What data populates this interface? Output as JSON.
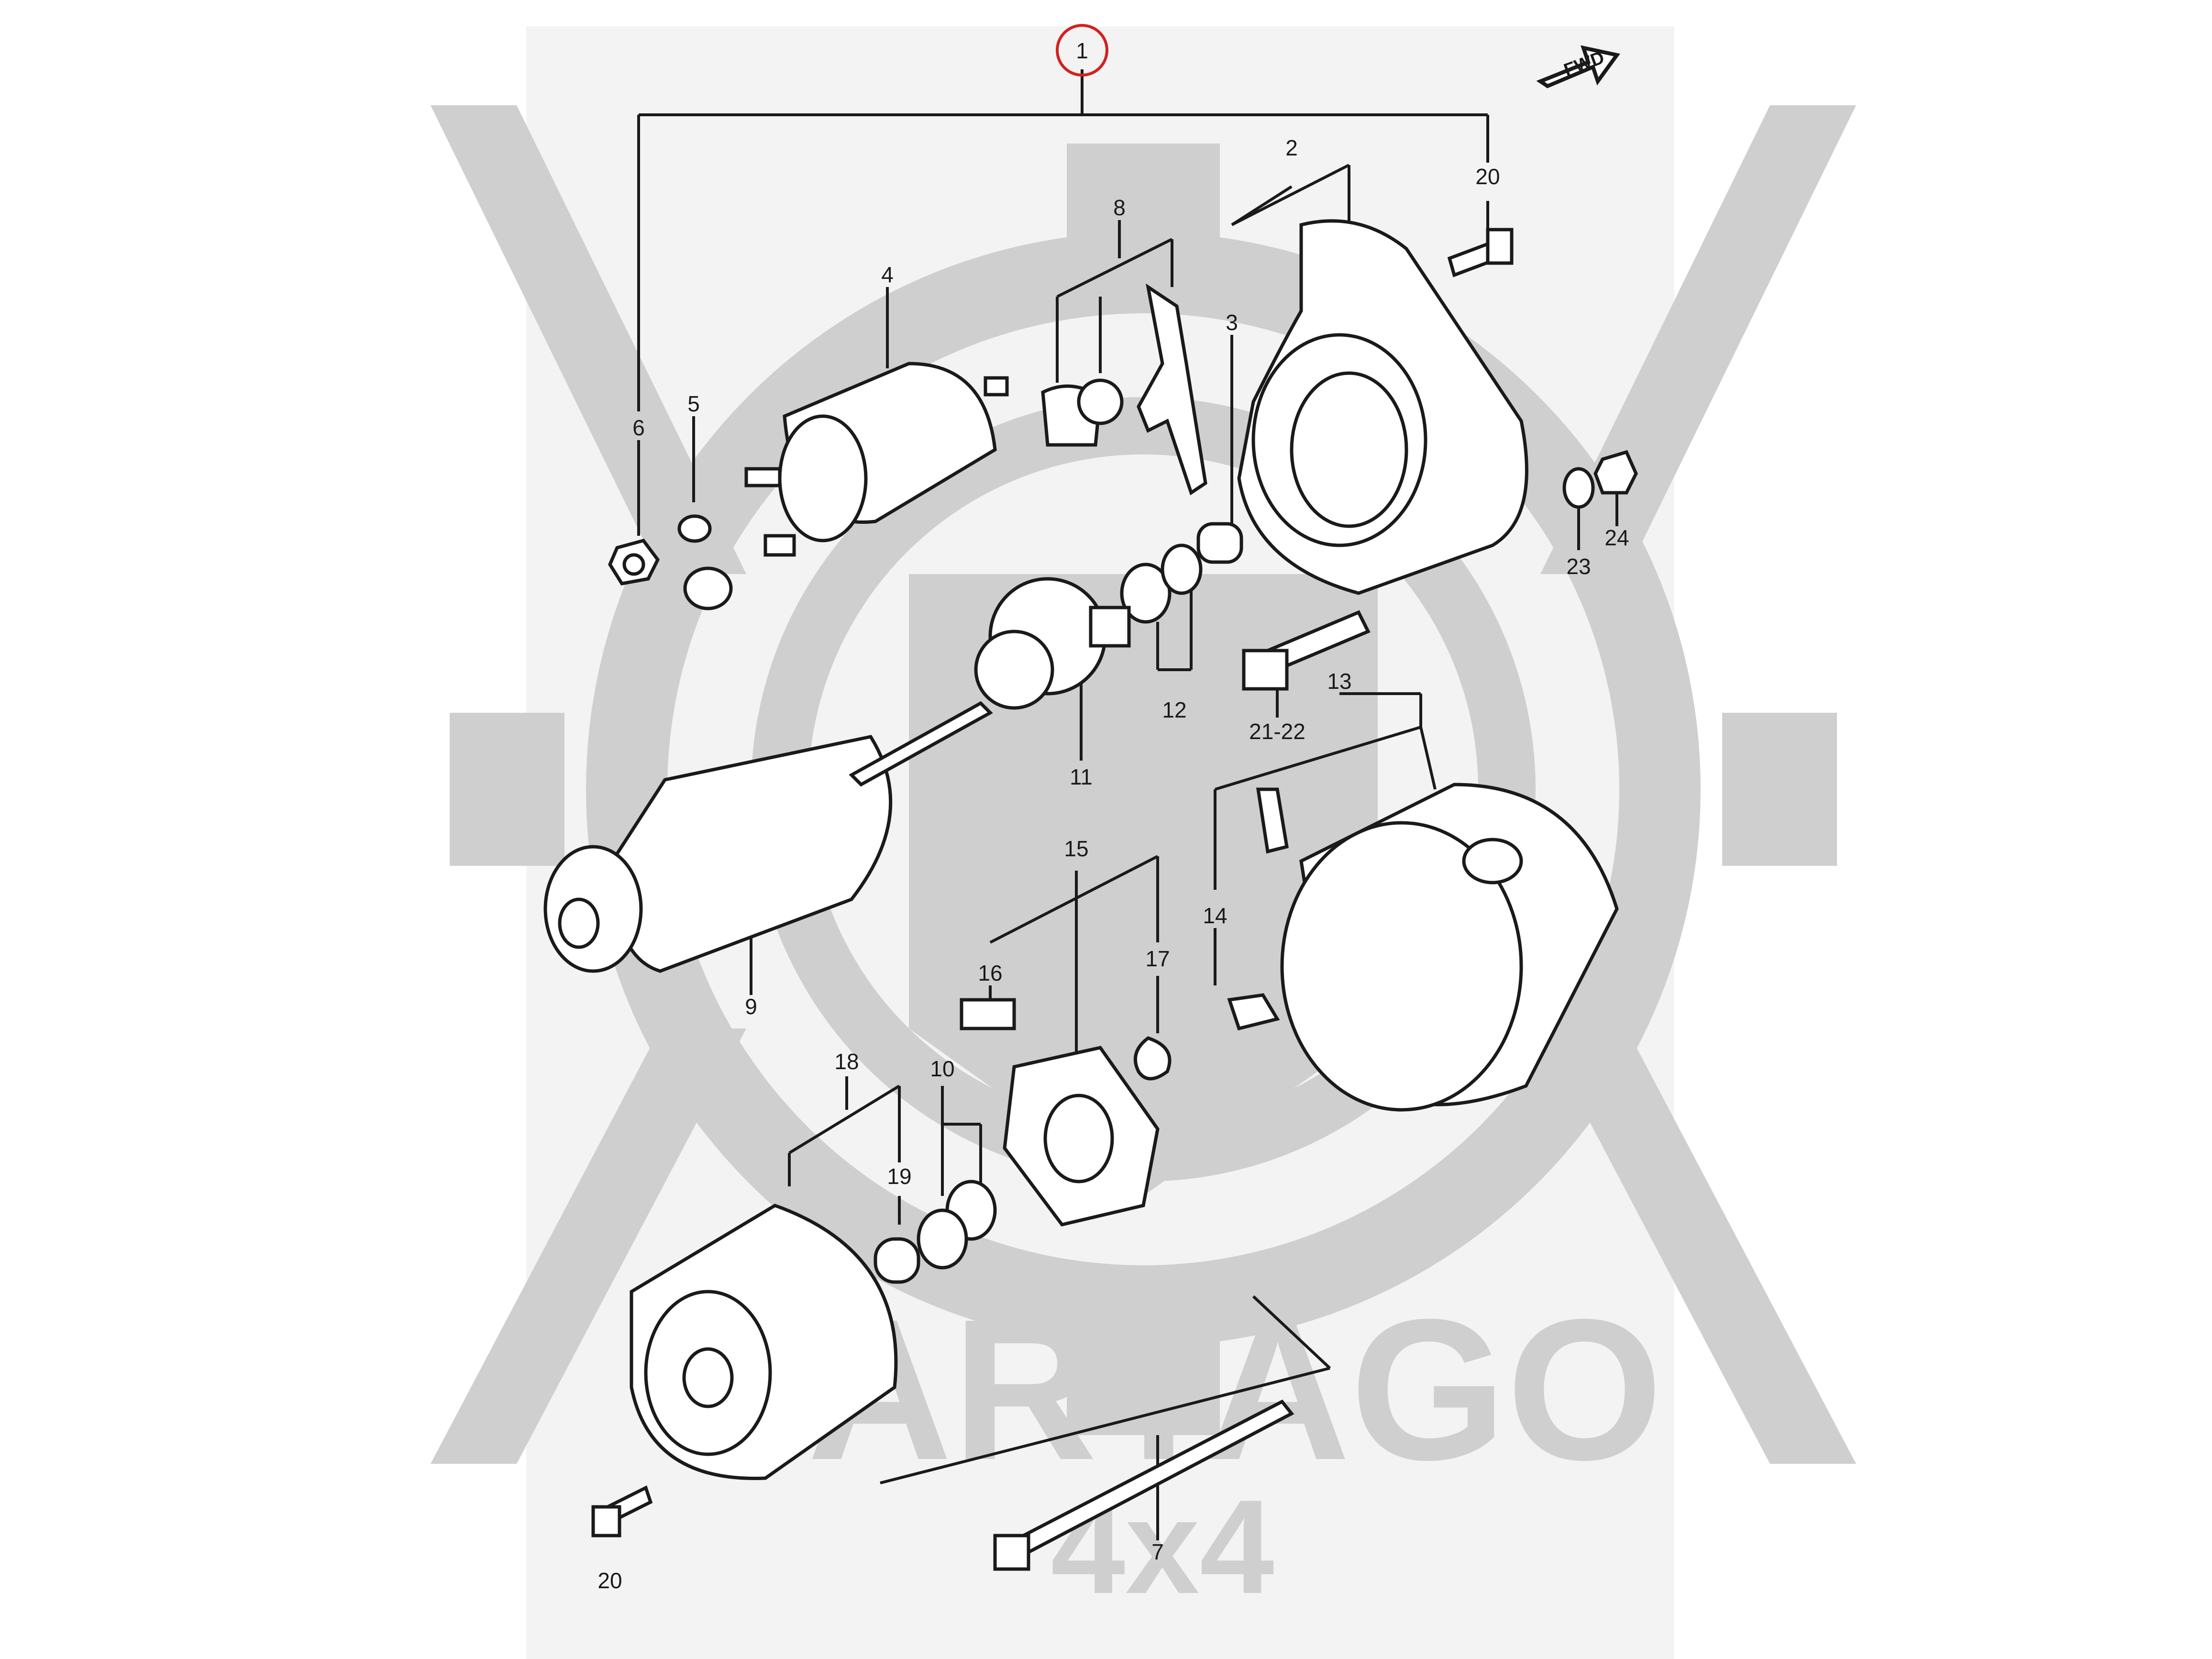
{
  "diagram": {
    "fwd_label": "FWD",
    "watermark": {
      "word": "CARTAGO",
      "sub": "4x4"
    },
    "colors": {
      "panel": "#f3f3f3",
      "watermark": "#cfcfcf",
      "line": "#1a1a1a",
      "highlight": "#d42020"
    },
    "callouts": [
      {
        "id": "c1",
        "text": "1",
        "highlighted": true
      },
      {
        "id": "c2",
        "text": "2"
      },
      {
        "id": "c3",
        "text": "3"
      },
      {
        "id": "c4",
        "text": "4"
      },
      {
        "id": "c5",
        "text": "5"
      },
      {
        "id": "c6",
        "text": "6"
      },
      {
        "id": "c7",
        "text": "7"
      },
      {
        "id": "c8",
        "text": "8"
      },
      {
        "id": "c9",
        "text": "9"
      },
      {
        "id": "c10",
        "text": "10"
      },
      {
        "id": "c11",
        "text": "11"
      },
      {
        "id": "c12",
        "text": "12"
      },
      {
        "id": "c13",
        "text": "13"
      },
      {
        "id": "c14",
        "text": "14"
      },
      {
        "id": "c15",
        "text": "15"
      },
      {
        "id": "c16",
        "text": "16"
      },
      {
        "id": "c17",
        "text": "17"
      },
      {
        "id": "c18",
        "text": "18"
      },
      {
        "id": "c19",
        "text": "19"
      },
      {
        "id": "c20a",
        "text": "20"
      },
      {
        "id": "c20b",
        "text": "20"
      },
      {
        "id": "c21",
        "text": "21-22"
      },
      {
        "id": "c23",
        "text": "23"
      },
      {
        "id": "c24",
        "text": "24"
      }
    ]
  }
}
